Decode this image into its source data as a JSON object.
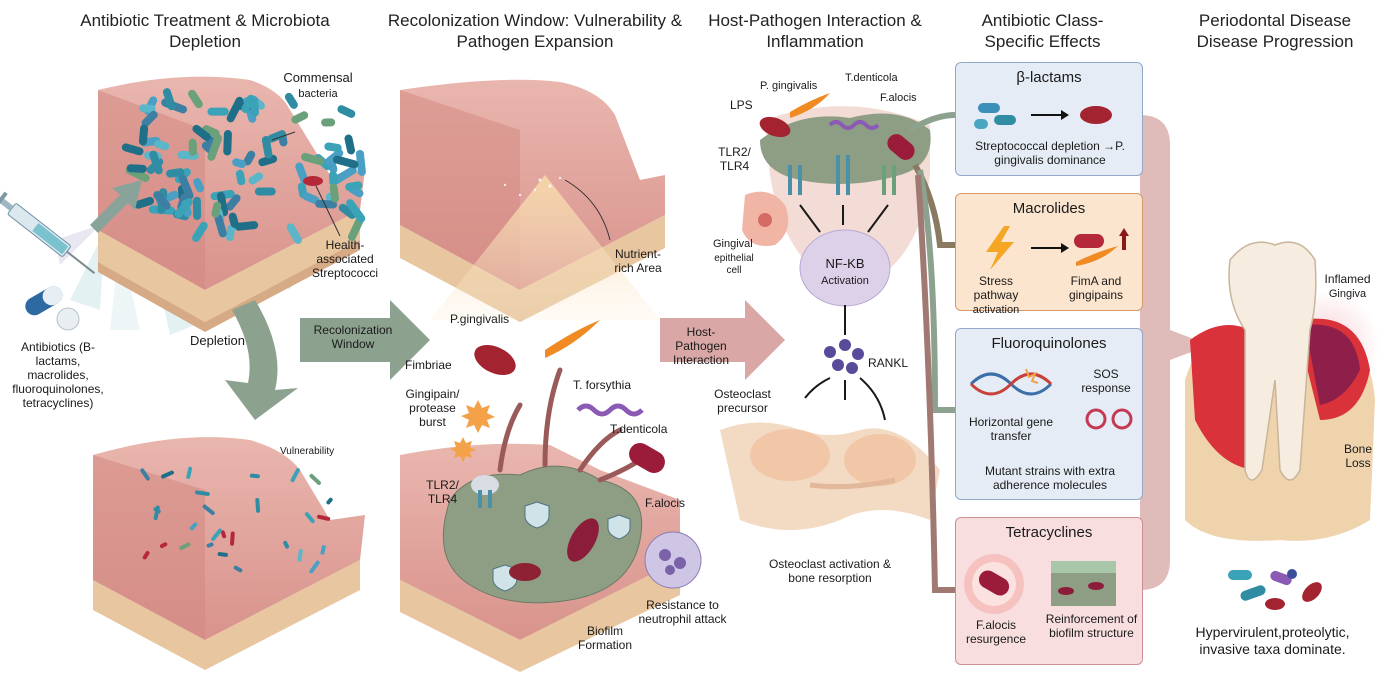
{
  "titles": {
    "panel1": "Antibiotic Treatment & Microbiota Depletion",
    "panel2": "Recolonization Window: Vulnerability & Pathogen Expansion",
    "panel3": "Host-Pathogen Interaction & Inflammation",
    "panel4": "Antibiotic Class-Specific Effects",
    "panel5": "Periodontal Disease Disease Progression"
  },
  "panel1": {
    "commensal_1": "Commensal",
    "commensal_2": "bacteria",
    "strep": "Health-associated Streptococci",
    "antibiotics": "Antibiotics (B-lactams, macrolides, fluoroquinolones, tetracyclines)",
    "depletion": "Depletion",
    "vulnerability": "Vulnerability"
  },
  "panel2": {
    "recolonization": "Recolonization Window",
    "nutrient": "Nutrient-rich Area",
    "pging": "P.gingivalis",
    "fimbriae": "Fimbriae",
    "tforsythia": "T. forsythia",
    "gingipain": "Gingipain/ protease burst",
    "tdenticola": "T.denticola",
    "falocis": "F.alocis",
    "tlr": "TLR2/ TLR4",
    "resistance": "Resistance to neutrophil attack",
    "biofilm": "Biofilm Formation"
  },
  "panel3": {
    "hostpath": "Host-Pathogen Interaction",
    "pging": "P. gingivalis",
    "tdent": "T.denticola",
    "falocis": "F.alocis",
    "lps": "LPS",
    "tlr": "TLR2/ TLR4",
    "gingival": "Gingival",
    "epithelial": "epithelial cell",
    "nfkb": "NF-KB",
    "activation": "Activation",
    "rankl": "RANKL",
    "osteo_prec": "Osteoclast precursor",
    "osteo_act": "Osteoclast activation & bone resorption"
  },
  "panel4": {
    "b_title": "β-lactams",
    "b_text": "Streptococcal depletion →P. gingivalis dominance",
    "m_title": "Macrolides",
    "m_stress": "Stress pathway",
    "m_stress2": "activation",
    "m_fima": "FimA and",
    "m_fima2": "gingipains",
    "f_title": "Fluoroquinolones",
    "f_sos": "SOS response",
    "f_hgt": "Horizontal gene transfer",
    "f_mutant": "Mutant strains with extra adherence molecules",
    "t_title": "Tetracyclines",
    "t_fal": "F.alocis resurgence",
    "t_reinf": "Reinforcement of biofilm structure"
  },
  "panel5": {
    "inflamed": "Inflamed",
    "gingiva": "Gingiva",
    "bone": "Bone",
    "loss": "Loss",
    "hyper": "Hypervirulent,proteolytic, invasive taxa dominate."
  },
  "colors": {
    "gum": "#e3a8a2",
    "gum_dark": "#c97a74",
    "bone": "#f0d6b0",
    "arrow_green": "#8da18f",
    "arrow_pink": "#c98d8a",
    "box_blue": "#e6ecf5",
    "box_orange": "#fbe5cf",
    "box_pink": "#f8dedf",
    "biofilm": "#8e9e84"
  }
}
